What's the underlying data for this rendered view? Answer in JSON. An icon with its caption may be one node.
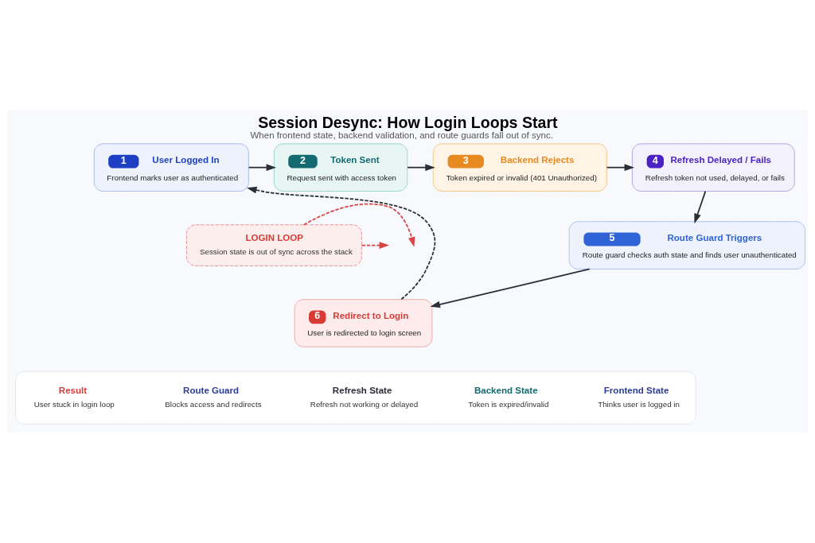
{
  "diagram": {
    "title": "Session Desync: How Login Loops Start",
    "caption": "When frontend state, backend validation, and route guards fall out of sync.",
    "nodes": [
      {
        "text": [
          "1",
          "User Logged In",
          "Frontend marks user as authenticated"
        ]
      },
      {
        "text": [
          "2",
          "Token Sent",
          "Request sent with access token"
        ]
      },
      {
        "text": [
          "3",
          "Backend Rejects",
          "Token expired or invalid (401 Unauthorized)"
        ]
      },
      {
        "text": [
          "4",
          "Refresh Delayed / Fails",
          "Refresh token not used, delayed, or fails"
        ]
      },
      {
        "text": [
          "5",
          "Route Guard Triggers",
          "Route guard checks auth state and finds user unauthenticated"
        ]
      },
      {
        "text": [
          "6",
          "Redirect to Login",
          "User is redirected to login screen"
        ]
      },
      {
        "text": [
          "LOGIN LOOP",
          "Session state is out of sync across the stack"
        ]
      },
      {
        "text": [],
        "shape": "box"
      },
      {
        "text": [
          "Frontend State",
          "Thinks user is logged in"
        ],
        "in": 7
      },
      {
        "text": [
          "Backend State",
          "Token is expired/invalid"
        ],
        "in": 7
      },
      {
        "text": [
          "Refresh State",
          "Refresh not working or delayed"
        ],
        "in": 7
      },
      {
        "text": [
          "Route Guard",
          "Blocks access and redirects"
        ],
        "in": 7
      },
      {
        "text": [
          "Result",
          "User stuck in login loop"
        ],
        "in": 7
      }
    ],
    "edges": [
      {
        "from": 0,
        "to": 1,
        "arrow": "to"
      },
      {
        "from": 1,
        "to": 2,
        "arrow": "to"
      },
      {
        "from": 2,
        "to": 3,
        "arrow": "to"
      },
      {
        "from": 3,
        "to": 4,
        "arrow": "to"
      },
      {
        "from": 4,
        "to": 5,
        "arrow": "to"
      },
      {
        "from": 5,
        "to": 0,
        "arrow": "to",
        "style": "dashed"
      },
      {
        "from": 6,
        "to": null,
        "arrow": "to",
        "style": "dashed",
        "color": "#d94545"
      },
      {
        "from": 6,
        "to": null,
        "arrow": "to",
        "style": "dashed",
        "color": "#d94545"
      }
    ]
  }
}
